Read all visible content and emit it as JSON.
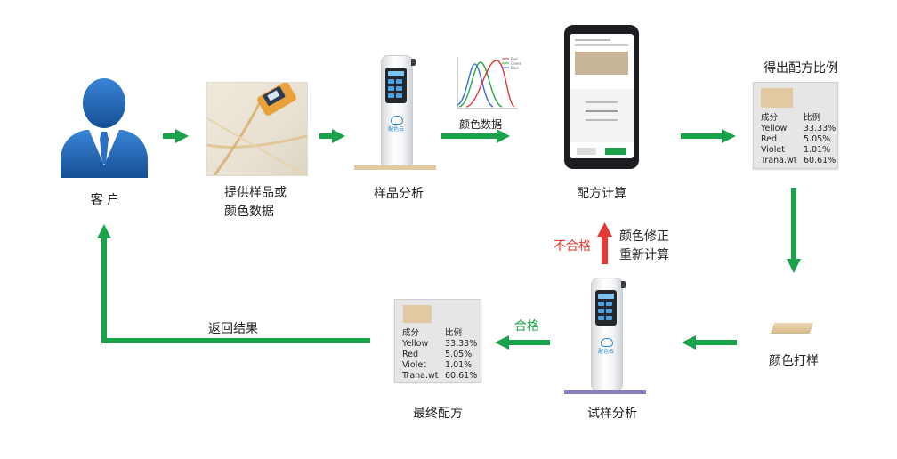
{
  "nodes": {
    "customer": "客 户",
    "provide_line1": "提供样品或",
    "provide_line2": "颜色数据",
    "sample_analysis": "样品分析",
    "color_data": "颜色数据",
    "formula_calc": "配方计算",
    "get_ratio": "得出配方比例",
    "color_proofing": "颜色打样",
    "trial_analysis": "试样分析",
    "final_formula": "最终配方",
    "return_result": "返回结果",
    "pass": "合格",
    "fail": "不合格",
    "correction_line1": "颜色修正",
    "correction_line2": "重新计算"
  },
  "recipe_table": {
    "header": [
      "成分",
      "比例"
    ],
    "rows": [
      [
        "Yellow",
        "33.33%"
      ],
      [
        "Red",
        "5.05%"
      ],
      [
        "Violet",
        "1.01%"
      ],
      [
        "Trana.wt",
        "60.61%"
      ]
    ],
    "swatch_color": "#e3c9a2"
  },
  "device": {
    "logo_text": "配色云"
  },
  "chart_legend": [
    "Red",
    "Green",
    "Blue"
  ],
  "colors": {
    "flow_arrow": "#1aa34a",
    "fail_arrow": "#e53935",
    "customer_blue": "#1f5fa8"
  }
}
